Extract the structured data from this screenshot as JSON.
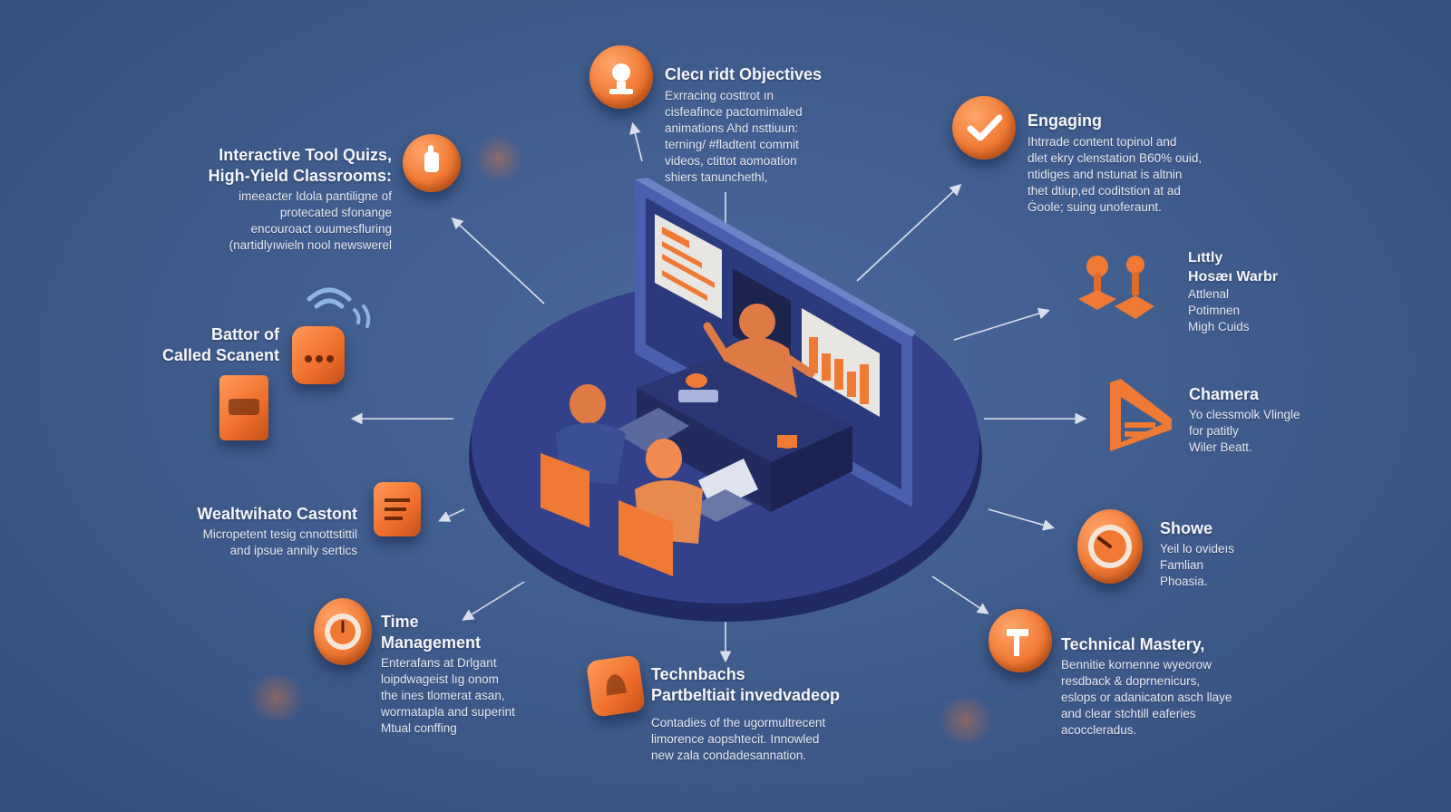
{
  "colors": {
    "background": "#3f5d8d",
    "accent": "#f07a34",
    "platform": "#2f3f80",
    "text": "#f4f6fb"
  },
  "nodes": {
    "clear_objectives": {
      "title": "Clecı ridt Objectives",
      "lines": [
        "Exrracing costtrot ın",
        "cisfeafince pactomimaled",
        "animations Ahd nsttiuun:",
        "terning/ #fladtent commit",
        "videos, ctittot aomoation",
        "shiers tanunchethl,"
      ],
      "icon": "lightbulb-icon"
    },
    "engaging": {
      "title": "Engaging",
      "lines": [
        "Ihtrrade content topinol and",
        "dlet ekry clenstation B60% ouid,",
        "ntidiges and nstunat is altnin",
        "thet dtiup,ed coditstion at ad",
        "Ġoole; suing unoferaunt."
      ],
      "icon": "checkmark-icon"
    },
    "interactive_quizzes": {
      "title_lines": [
        "Interactive Tool Quizs,",
        "High-Yield Classrooms:"
      ],
      "lines": [
        "imeeacter Idola pantiligne of",
        "protecated sfonange",
        "encouroact ouumesfluring",
        "(nartidlyıwieln nool newswerel"
      ],
      "icon": "hand-pointer-icon"
    },
    "daily_hosam": {
      "title_lines": [
        "Lıttly",
        "Hosæı Warbr"
      ],
      "lines": [
        "Attlenal",
        "Potimnen",
        "Migh Cuids"
      ],
      "icon": "pawn-figures-icon"
    },
    "battor_scanent": {
      "title_lines": [
        "Battor of",
        "Called Scanent"
      ],
      "lines": [],
      "icon": "chat-bubble-icon",
      "icon2": "wifi-icon"
    },
    "chamera": {
      "title": "Chamera",
      "lines": [
        "Yo clessmolk Vlingle",
        "for patitly",
        "Wiler Beatt."
      ],
      "icon": "clapper-icon"
    },
    "walkthrough_content": {
      "title": "Wealtwihato Castont",
      "lines": [
        "Micropetent tesig cnnottstittil",
        "and ipsue annily sertics"
      ],
      "icon": "document-icon"
    },
    "showe": {
      "title": "Showe",
      "lines": [
        "Yeil lo ovideıs",
        "Famlian",
        "Phoasia."
      ],
      "icon": "clock-icon"
    },
    "time_management": {
      "title_lines": [
        "Time",
        "Management"
      ],
      "lines": [
        "Enterafans at Drlgant",
        "loipdwageist lıg onom",
        "the ines tlomerat asan,",
        "wormatapla and superint",
        "Mtual conffing"
      ],
      "icon": "stopwatch-icon"
    },
    "technical_mastery": {
      "title": "Technical Mastery,",
      "lines": [
        "Bennitie kornenne wyeorow",
        "resdback & doprnenicurs,",
        "eslops or adanicaton asch llaye",
        "and clear stchtill eaferies",
        "acoccleradus."
      ],
      "icon": "gavel-icon"
    },
    "tech_feedback": {
      "title_lines": [
        "Technbachs",
        "Partbeltiait invedvadeop"
      ],
      "lines": [
        "Contadies of the ugormultrecent",
        "limorence aopshtecit. Innowled",
        "new zala condadesannation."
      ],
      "icon": "bell-icon"
    }
  }
}
